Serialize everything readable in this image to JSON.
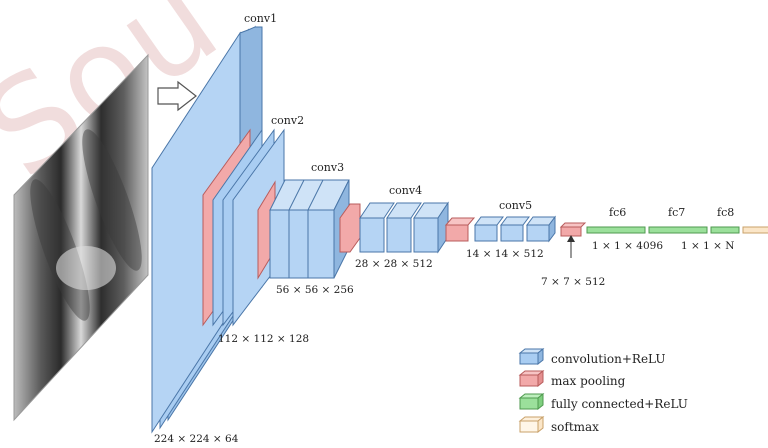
{
  "diagram": {
    "watermark": "Sou",
    "layers": {
      "conv1": "conv1",
      "conv2": "conv2",
      "conv3": "conv3",
      "conv4": "conv4",
      "conv5": "conv5",
      "fc6": "fc6",
      "fc7": "fc7",
      "fc8": "fc8"
    },
    "dims": {
      "d1": "224 × 224 × 64",
      "d2": "112 × 112 × 128",
      "d3": "56 × 56 × 256",
      "d4": "28 × 28 × 512",
      "d5": "14 × 14 × 512",
      "d6": "7 × 7 × 512",
      "d7": "1 × 1 × 4096",
      "d8": "1 × 1 × N"
    },
    "legend": [
      {
        "label": "convolution+ReLU",
        "color": "#a9cdf2"
      },
      {
        "label": "max pooling",
        "color": "#f2a9a9"
      },
      {
        "label": "fully connected+ReLU",
        "color": "#9be09b"
      },
      {
        "label": "softmax",
        "color": "#fbe6c8"
      }
    ]
  }
}
